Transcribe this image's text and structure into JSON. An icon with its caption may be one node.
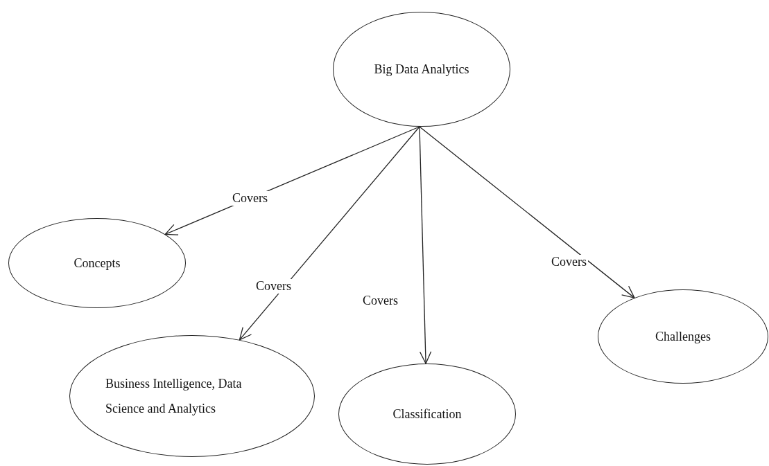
{
  "diagram": {
    "nodes": [
      {
        "text": [
          "Big Data Analytics"
        ]
      },
      {
        "text": [
          "Concepts"
        ]
      },
      {
        "text": [
          "Business Intelligence, Data Science and Analytics"
        ]
      },
      {
        "text": [
          "Classification"
        ]
      },
      {
        "text": [
          "Challenges"
        ]
      }
    ],
    "edges": [
      {
        "from": 0,
        "to": 1,
        "arrow": "to",
        "label": "Covers"
      },
      {
        "from": 0,
        "to": 2,
        "arrow": "to",
        "label": "Covers"
      },
      {
        "from": 0,
        "to": 3,
        "arrow": "to",
        "label": "Covers"
      },
      {
        "from": 0,
        "to": 4,
        "arrow": "to",
        "label": "Covers"
      }
    ]
  }
}
